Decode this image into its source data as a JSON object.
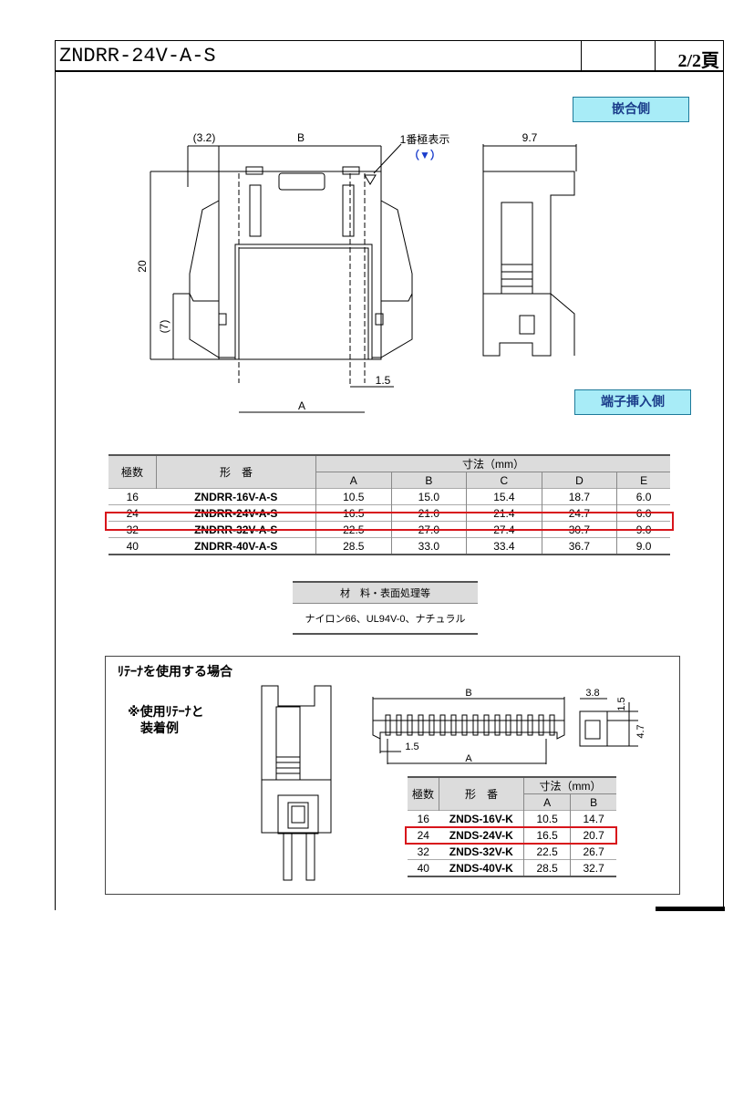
{
  "header": {
    "title": "ZNDRR-24V-A-S",
    "page": "2/2頁"
  },
  "labels": {
    "mating_side": "嵌合側",
    "terminal_side": "端子挿入側"
  },
  "drawing": {
    "dim_3_2": "(3.2)",
    "dim_B": "B",
    "pin1_mark": "1番極表示",
    "pin1_symbol": "（▼）",
    "dim_9_7": "9.7",
    "dim_20": "20",
    "dim_7": "(7)",
    "dim_1_5": "1.5",
    "dim_A": "A"
  },
  "main_table": {
    "col_poles": "極数",
    "col_model": "形　番",
    "col_dims": "寸法（mm）",
    "dim_cols": [
      "A",
      "B",
      "C",
      "D",
      "E"
    ],
    "rows": [
      {
        "poles": "16",
        "model": "ZNDRR-16V-A-S",
        "A": "10.5",
        "B": "15.0",
        "C": "15.4",
        "D": "18.7",
        "E": "6.0"
      },
      {
        "poles": "24",
        "model": "ZNDRR-24V-A-S",
        "A": "16.5",
        "B": "21.0",
        "C": "21.4",
        "D": "24.7",
        "E": "6.0"
      },
      {
        "poles": "32",
        "model": "ZNDRR-32V-A-S",
        "A": "22.5",
        "B": "27.0",
        "C": "27.4",
        "D": "30.7",
        "E": "9.0"
      },
      {
        "poles": "40",
        "model": "ZNDRR-40V-A-S",
        "A": "28.5",
        "B": "33.0",
        "C": "33.4",
        "D": "36.7",
        "E": "9.0"
      }
    ]
  },
  "material": {
    "header": "材　料・表面処理等",
    "value": "ナイロン66、UL94V-0、ナチュラル"
  },
  "retainer": {
    "title": "ﾘﾃｰﾅを使用する場合",
    "note_line1": "※使用ﾘﾃｰﾅと",
    "note_line2": "装着例",
    "dim_B": "B",
    "dim_3_8": "3.8",
    "dim_1_5v": "1.5",
    "dim_4_7": "4.7",
    "dim_1_5": "1.5",
    "dim_A": "A",
    "table": {
      "col_poles": "極数",
      "col_model": "形　番",
      "col_dims": "寸法（mm）",
      "dim_cols": [
        "A",
        "B"
      ],
      "rows": [
        {
          "poles": "16",
          "model": "ZNDS-16V-K",
          "A": "10.5",
          "B": "14.7"
        },
        {
          "poles": "24",
          "model": "ZNDS-24V-K",
          "A": "16.5",
          "B": "20.7"
        },
        {
          "poles": "32",
          "model": "ZNDS-32V-K",
          "A": "22.5",
          "B": "26.7"
        },
        {
          "poles": "40",
          "model": "ZNDS-40V-K",
          "A": "28.5",
          "B": "32.7"
        }
      ]
    }
  },
  "colors": {
    "highlight": "#d8151b",
    "label_fill": "#a8ecf7",
    "label_text": "#1a3c8a",
    "pin_mark": "#1a3ccc"
  }
}
